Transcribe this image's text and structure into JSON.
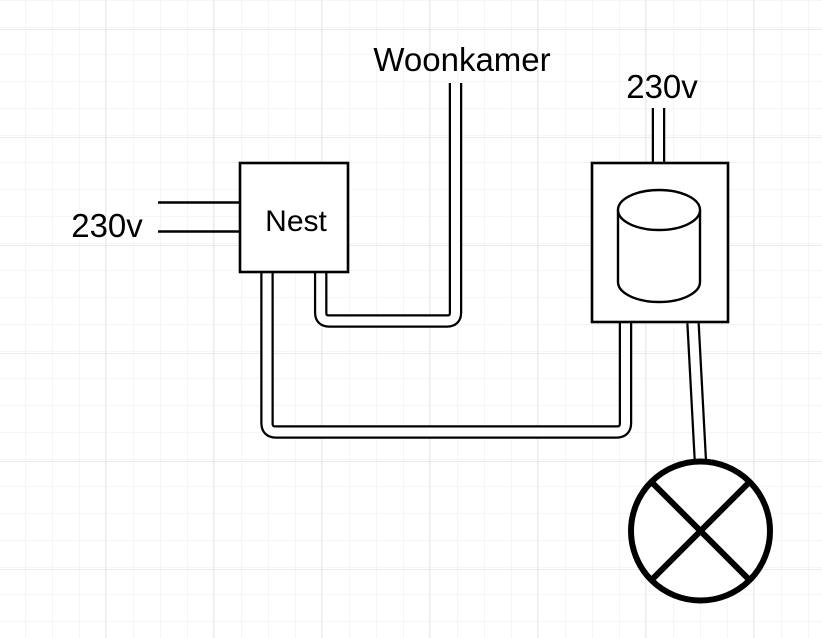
{
  "diagram": {
    "labels": {
      "left_supply": "230v",
      "right_supply": "230v",
      "top_feed": "Woonkamer",
      "nest_box": "Nest"
    },
    "colors": {
      "stroke": "#000000",
      "background": "#ffffff",
      "grid_minor": "#f6f5f6",
      "grid_major": "#ebebeb"
    },
    "nodes": [
      {
        "id": "nest",
        "label": "Nest",
        "shape": "square-box"
      },
      {
        "id": "relay",
        "label": "",
        "shape": "box-with-cylinder"
      },
      {
        "id": "lamp",
        "label": "",
        "shape": "crossed-circle-lamp-symbol"
      }
    ],
    "connections": [
      {
        "from": "left-supply-230v",
        "to": "nest",
        "style": "two-single-wires"
      },
      {
        "from": "nest",
        "to": "top-feed-woonkamer",
        "style": "double-line-pipe"
      },
      {
        "from": "nest",
        "to": "relay",
        "style": "double-line-pipe"
      },
      {
        "from": "right-supply-230v",
        "to": "relay",
        "style": "double-line-pipe"
      },
      {
        "from": "relay",
        "to": "lamp",
        "style": "double-line-pipe"
      }
    ]
  }
}
